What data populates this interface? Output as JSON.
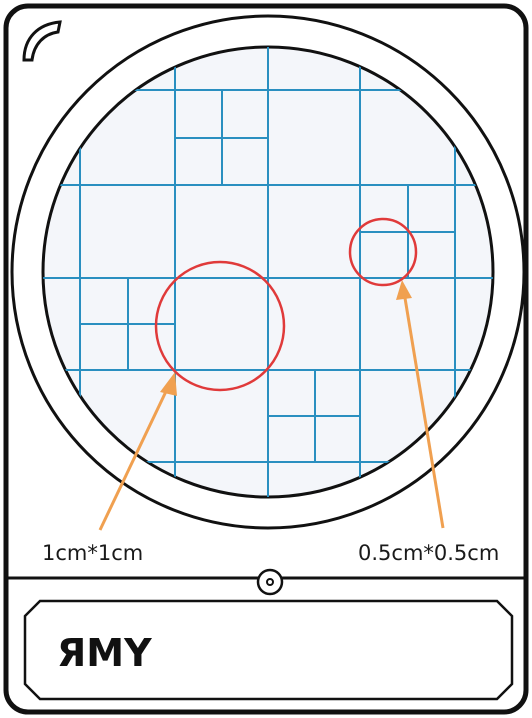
{
  "labels": {
    "large_square": "1cm*1cm",
    "small_square": "0.5cm*0.5cm"
  },
  "logo_text": "ЯMY",
  "colors": {
    "grid": "#2a8fc0",
    "circle_highlight": "#e03a3a",
    "arrow": "#f0a050",
    "outline": "#111111",
    "dish_fill": "#f4f6fa"
  }
}
